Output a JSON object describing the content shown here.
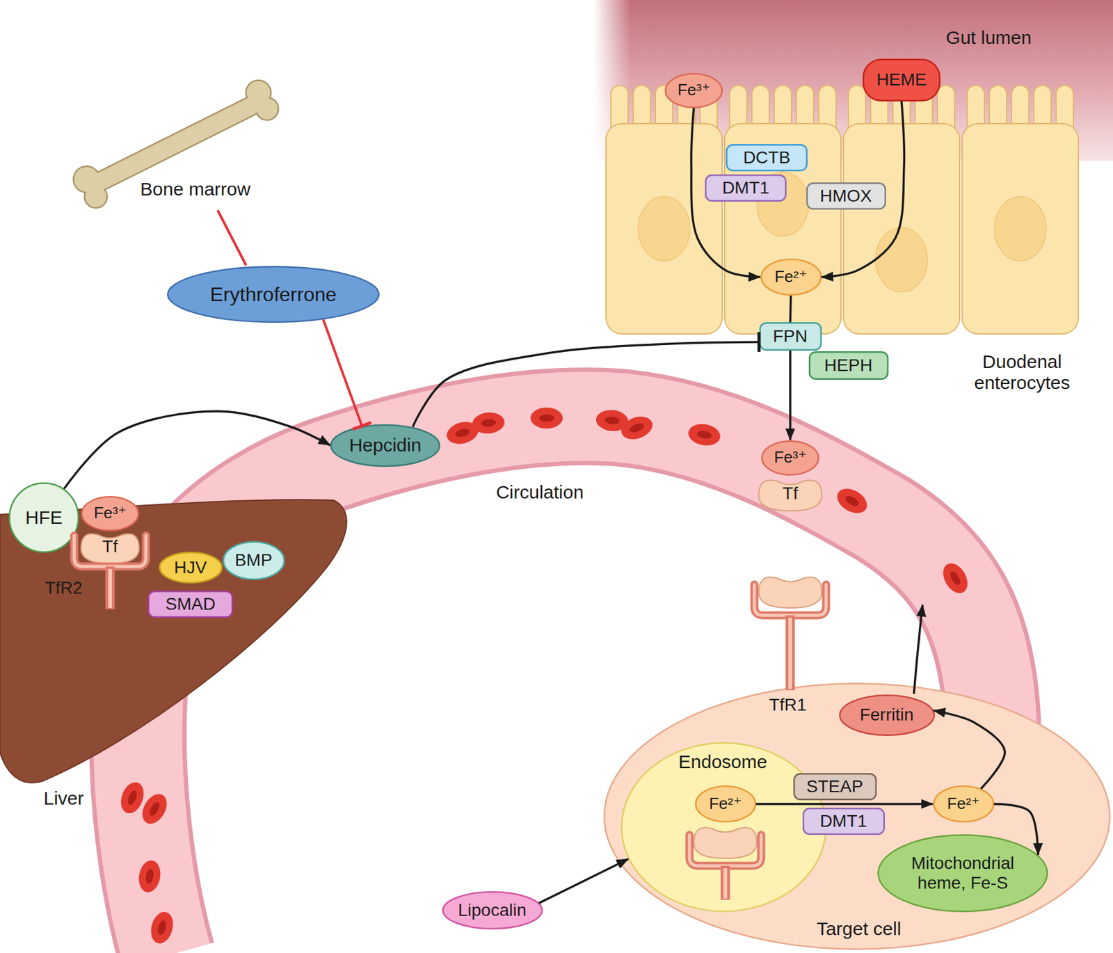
{
  "diagram": {
    "nodes": [
      {
        "text": [
          "Fe³⁺"
        ]
      },
      {
        "text": [
          "HEME"
        ]
      },
      {
        "text": [
          "DCTB"
        ]
      },
      {
        "text": [
          "DMT1"
        ]
      },
      {
        "text": [
          "HMOX"
        ]
      },
      {
        "text": [
          "Fe²⁺"
        ]
      },
      {
        "text": [
          "FPN"
        ]
      },
      {
        "text": [
          "HEPH"
        ]
      },
      {
        "text": [
          "Erythroferrone"
        ]
      },
      {
        "text": [
          "Hepcidin"
        ]
      },
      {
        "text": [
          "Fe³⁺"
        ]
      },
      {
        "text": [
          "Tf"
        ]
      },
      {
        "text": [
          "HFE"
        ]
      },
      {
        "text": [
          "Fe³⁺"
        ]
      },
      {
        "text": [
          "Tf"
        ]
      },
      {
        "text": [
          "HJV"
        ]
      },
      {
        "text": [
          "BMP"
        ]
      },
      {
        "text": [
          "SMAD"
        ]
      },
      {
        "text": [
          "Target cell"
        ]
      },
      {
        "text": [
          "Endosome"
        ],
        "in": 18
      },
      {
        "text": [
          "Fe²⁺"
        ],
        "in": 19
      },
      {
        "text": [
          "STEAP"
        ],
        "in": 18
      },
      {
        "text": [
          "DMT1"
        ],
        "in": 18
      },
      {
        "text": [
          "Ferritin"
        ],
        "in": 18
      },
      {
        "text": [
          "Fe²⁺"
        ],
        "in": 18
      },
      {
        "text": [
          "Mitochondrial heme, Fe-S"
        ],
        "in": 18
      },
      {
        "text": [
          "Lipocalin"
        ]
      }
    ],
    "edges": [
      {
        "from": 0,
        "to": 5,
        "arrow": "to"
      },
      {
        "from": 1,
        "to": 5,
        "arrow": "to"
      },
      {
        "from": 5,
        "to": 6,
        "arrow": "none"
      },
      {
        "from": 6,
        "to": 10,
        "arrow": "to"
      },
      {
        "from": 9,
        "to": 6,
        "arrow": "to"
      },
      {
        "from": 12,
        "to": 9,
        "arrow": "to"
      },
      {
        "from": 8,
        "to": 9,
        "arrow": "to"
      },
      {
        "from": 20,
        "to": 24,
        "arrow": "to"
      },
      {
        "from": 24,
        "to": 23,
        "arrow": "to"
      },
      {
        "from": 24,
        "to": 25,
        "arrow": "to"
      },
      {
        "from": 26,
        "to": 19,
        "arrow": "to"
      }
    ],
    "labels": [
      "Gut lumen",
      "Duodenal enterocytes",
      "Bone marrow",
      "Circulation",
      "TfR2",
      "Liver",
      "TfR1"
    ]
  }
}
